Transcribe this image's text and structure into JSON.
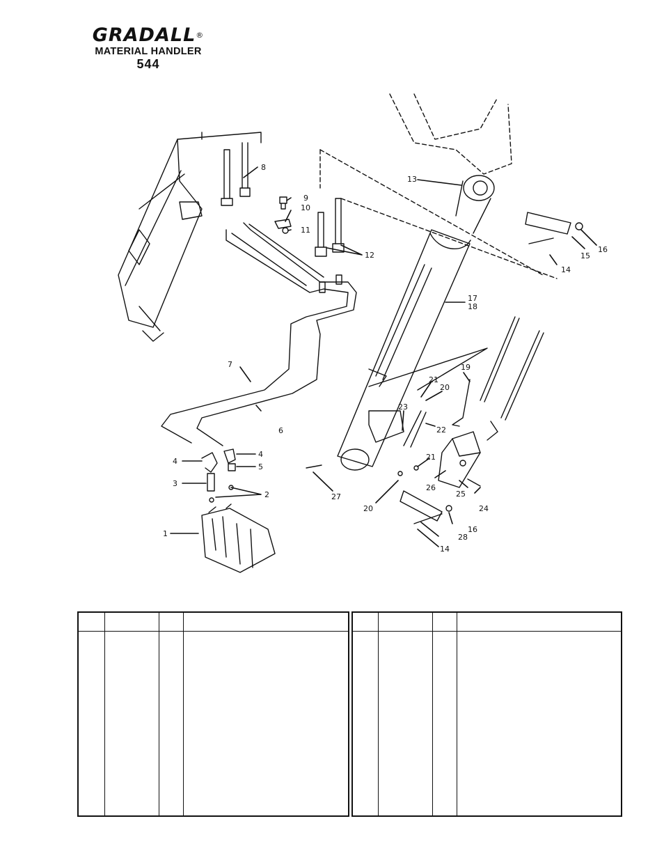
{
  "header": {
    "brand": "GRADALL",
    "registered": "®",
    "subtitle": "MATERIAL HANDLER",
    "model": "544"
  },
  "diagram": {
    "callouts": [
      "1",
      "2",
      "3",
      "4",
      "4",
      "5",
      "6",
      "7",
      "8",
      "9",
      "10",
      "11",
      "12",
      "13",
      "14",
      "14",
      "15",
      "16",
      "16",
      "17",
      "18",
      "19",
      "20",
      "20",
      "21",
      "21",
      "22",
      "23",
      "24",
      "25",
      "26",
      "27",
      "28"
    ]
  },
  "parts_table": {
    "left": {
      "headers": [
        "",
        "",
        "",
        ""
      ],
      "rows": []
    },
    "right": {
      "headers": [
        "",
        "",
        "",
        ""
      ],
      "rows": []
    }
  }
}
